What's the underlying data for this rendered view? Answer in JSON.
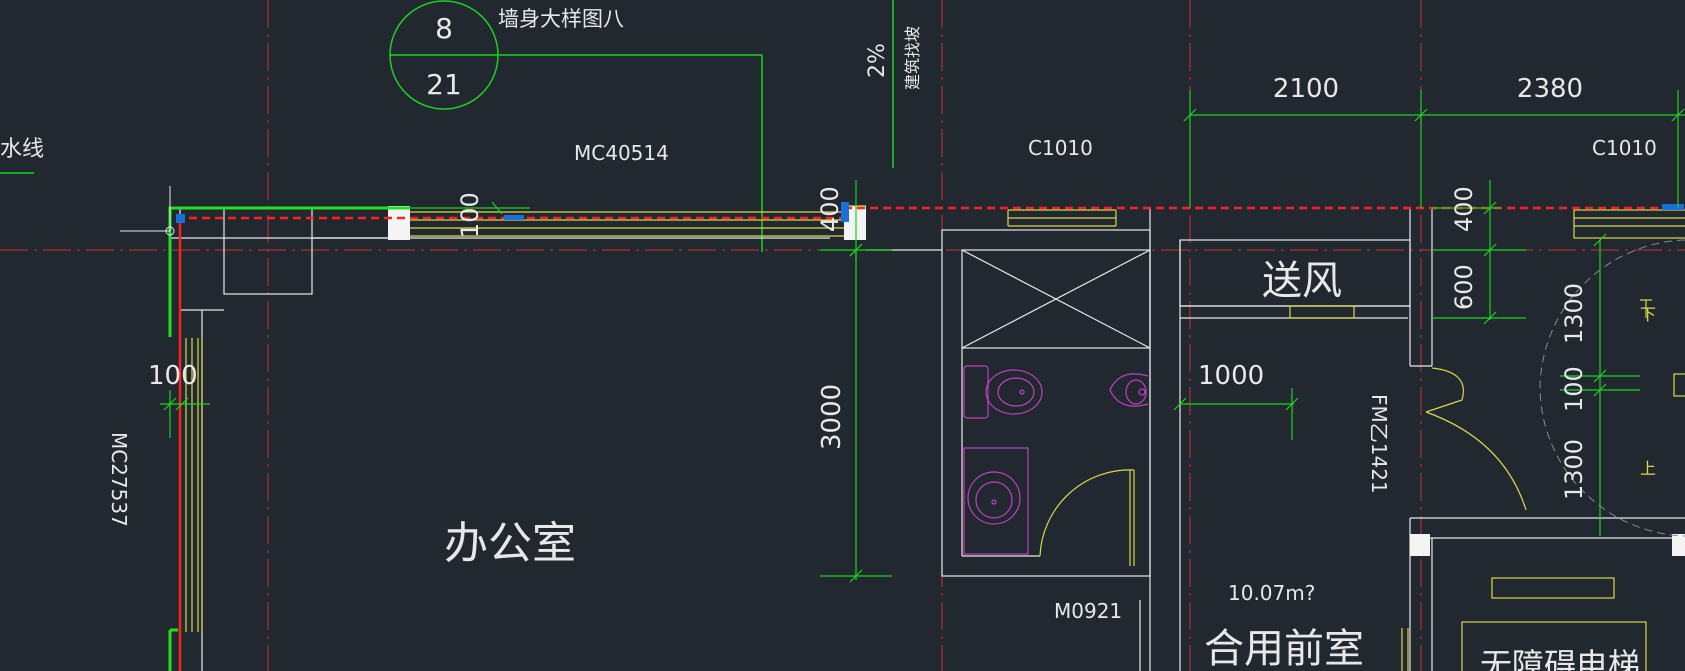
{
  "colors": {
    "background": "#212830",
    "axis_red": "#c8322f",
    "wall_white": "#e8e8e8",
    "dim_green": "#1ed21e",
    "window_yellow": "#d8d84a",
    "fixture_magenta": "#c040c0",
    "selected_red": "#ff2020",
    "grip_blue": "#1a6fd8",
    "bright_green": "#20e020",
    "dashed_gray": "#8a8a8a"
  },
  "bubble": {
    "top": "8",
    "bottom": "21",
    "title": "墙身大样图八"
  },
  "labels": {
    "water_line": "水线",
    "slope": "2%",
    "slope_note": "建筑找坡",
    "window_mc40514": "MC40514",
    "window_c1010_a": "C1010",
    "window_c1010_b": "C1010",
    "window_mc27537": "MC27537",
    "door_fm": "FM乙1421",
    "door_m0921": "M0921",
    "area": "10.07m?"
  },
  "rooms": {
    "office": "办公室",
    "supply_air": "送风",
    "front_room": "合用前室",
    "elevator": "无障碍电梯"
  },
  "dimensions": {
    "d2100": "2100",
    "d2380": "2380",
    "d100_top": "100",
    "d400_a": "400",
    "d400_b": "400",
    "d600": "600",
    "d100_left": "100",
    "d1000": "1000",
    "d3000": "3000",
    "d1300_a": "1300",
    "d100_mid": "100",
    "d1300_b": "1300"
  },
  "stair_arrows": {
    "down": "下",
    "up": "上"
  }
}
